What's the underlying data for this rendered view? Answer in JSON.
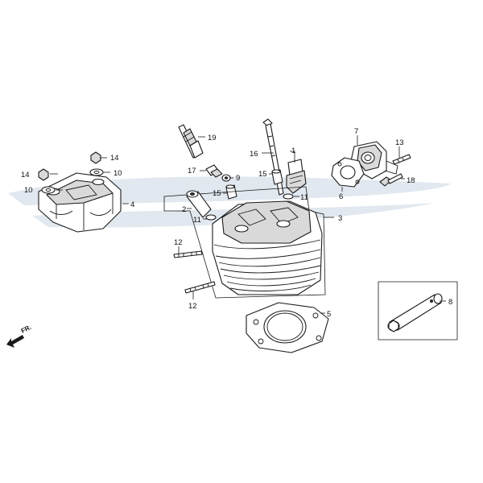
{
  "watermark_color": "#b7c7d8",
  "direction_label": "FR.",
  "callouts": {
    "c1": "1",
    "c2": "2",
    "c3": "3",
    "c4": "4",
    "c5": "5",
    "c6": "6",
    "c7": "7",
    "c8": "8",
    "c9": "9",
    "c10a": "10",
    "c10b": "10",
    "c11a": "11",
    "c11b": "11",
    "c12a": "12",
    "c12b": "12",
    "c13": "13",
    "c14a": "14",
    "c14b": "14",
    "c15a": "15",
    "c15b": "15",
    "c16": "16",
    "c17": "17",
    "c18": "18",
    "c19": "19"
  }
}
